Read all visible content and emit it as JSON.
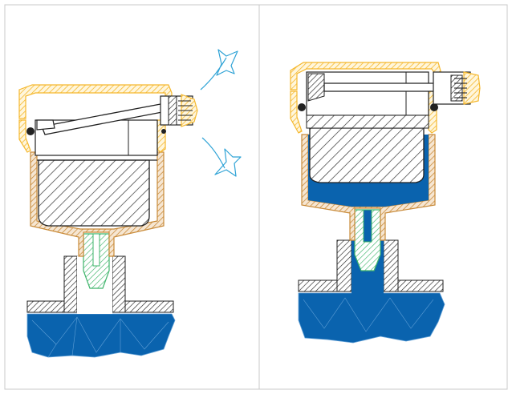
{
  "diagram": {
    "panels": [
      {
        "id": "venting",
        "state": "air-escaping",
        "vent_arrows": 2
      },
      {
        "id": "filled",
        "state": "filled-with-water",
        "vent_arrows": 0
      }
    ]
  },
  "colors": {
    "frame": "#c8c8c8",
    "body_outline": "#f5b82e",
    "lower_body": "#c98b3a",
    "hatch": "#333333",
    "water": "#0a63ae",
    "water_edge": "#5f9fd6",
    "insert": "#3fb56b",
    "arrow": "#2fa3d6",
    "line": "#222222"
  },
  "icons": {
    "vent_arrow": "curved-arrow-icon"
  }
}
